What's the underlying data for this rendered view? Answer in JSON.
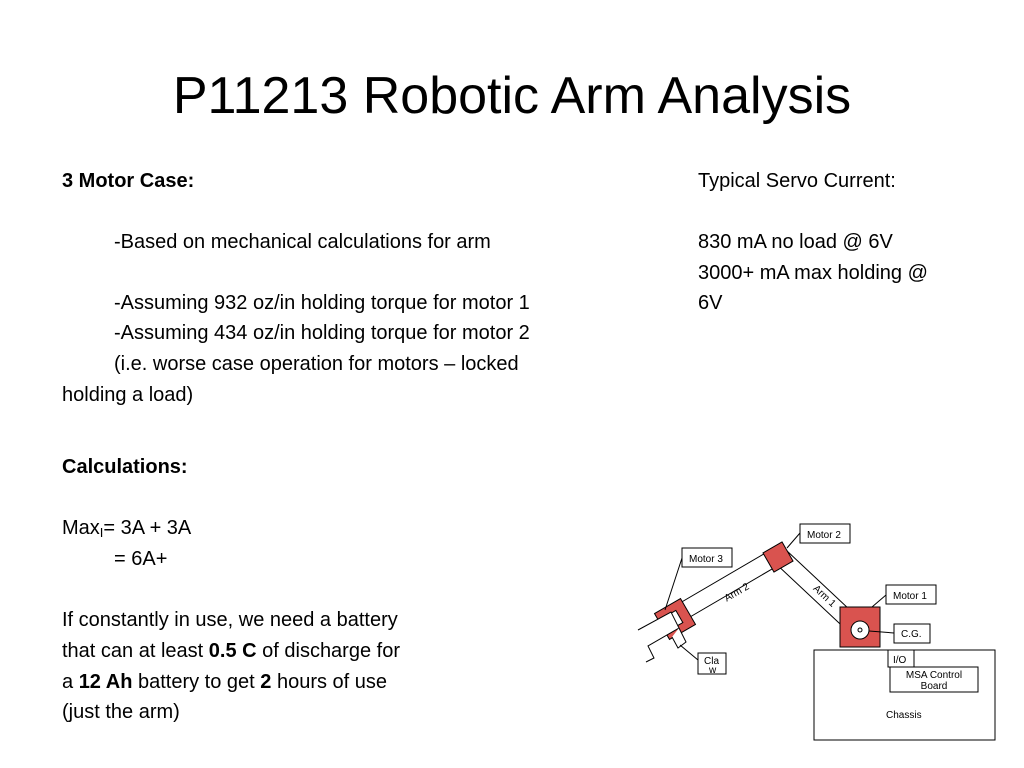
{
  "slide": {
    "title": "P11213 Robotic Arm Analysis"
  },
  "motor_case": {
    "heading": "3 Motor Case:",
    "line1": "-Based on mechanical calculations for arm",
    "line2": "-Assuming 932 oz/in holding torque for motor 1",
    "line3": "-Assuming 434 oz/in holding torque for motor 2",
    "line4a": "(i.e. worse case operation for motors – locked",
    "line4b": "holding a load)"
  },
  "servo": {
    "heading": "Typical Servo Current:",
    "line1": "830 mA no load @ 6V",
    "line2a": "3000+ mA max holding @",
    "line2b": "6V"
  },
  "calculations": {
    "heading": "Calculations:",
    "max_prefix": "Max",
    "max_sub": "I",
    "max_rest": "= 3A + 3A",
    "result": "= 6A+",
    "p1": "If constantly in use, we need a battery",
    "p2_pre": "that can at least ",
    "p2_bold": "0.5 C",
    "p2_post": " of discharge for",
    "p3_pre": "a ",
    "p3_bold": "12 Ah",
    "p3_mid": " battery to get ",
    "p3_bold2": "2",
    "p3_post": " hours of use",
    "p4": "(just the arm)"
  },
  "diagram": {
    "motor1": "Motor 1",
    "motor2": "Motor 2",
    "motor3": "Motor 3",
    "arm1": "Arm 1",
    "arm2": "Arm 2",
    "cg": "C.G.",
    "io": "I/O",
    "claw1": "Cla",
    "claw2": "w",
    "msa1": "MSA Control",
    "msa2": "Board",
    "chassis": "Chassis",
    "motor_color": "#d9534f"
  }
}
